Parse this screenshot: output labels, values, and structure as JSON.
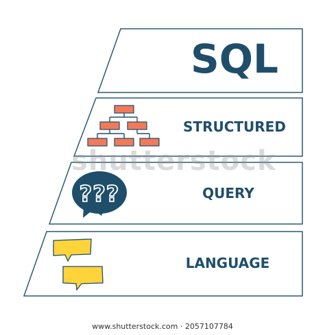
{
  "diagram": {
    "title": "SQL",
    "layers": [
      {
        "label": "STRUCTURED",
        "icon": "hierarchy-icon"
      },
      {
        "label": "QUERY",
        "icon": "question-bubble-icon",
        "icon_text": "???"
      },
      {
        "label": "LANGUAGE",
        "icon": "chat-bubbles-icon"
      }
    ]
  },
  "colors": {
    "navy": "#1f4e6b",
    "outline": "#2c5a73",
    "orange": "#f07a5a",
    "yellow": "#ffd43b"
  },
  "watermark": "shutterstock",
  "footer": "www.shutterstock.com · 2057107784"
}
